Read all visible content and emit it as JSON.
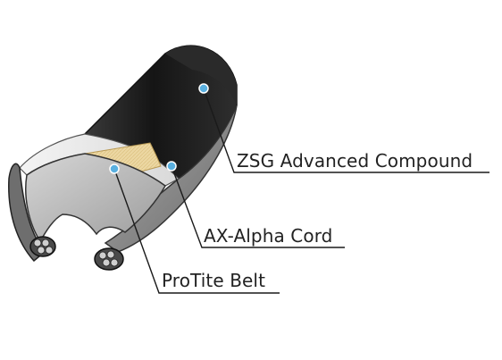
{
  "diagram": {
    "labels": {
      "compound": "ZSG Advanced Compound",
      "cord": "AX-Alpha Cord",
      "belt": "ProTite Belt"
    },
    "colors": {
      "tread_dark": "#1c1c1c",
      "casing_gray": "#8c8c8c",
      "belt_tan": "#e9d29a",
      "marker_blue": "#5ab0e0",
      "leader_line": "#1a1a1a"
    }
  }
}
